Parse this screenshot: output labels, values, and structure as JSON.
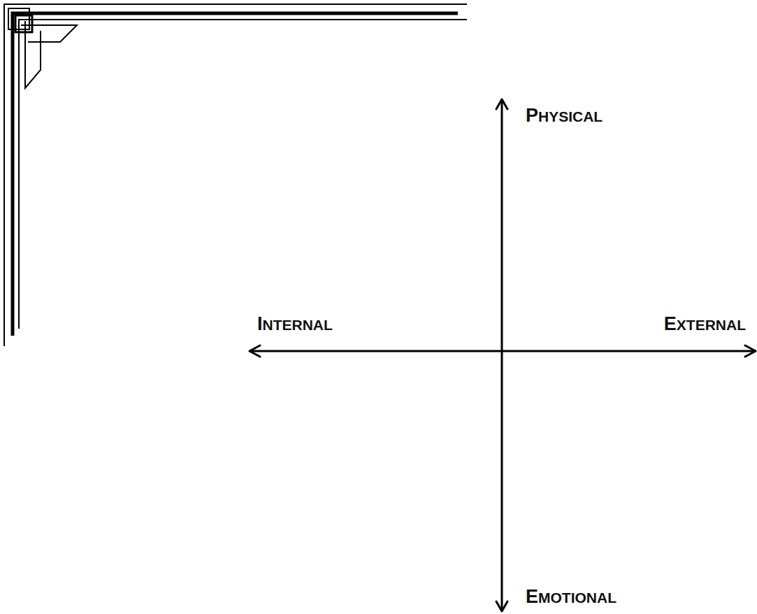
{
  "diagram": {
    "labels": [
      "PHYSICAL",
      "INTERNAL",
      "EXTERNAL",
      "EMOTIONAL"
    ]
  }
}
